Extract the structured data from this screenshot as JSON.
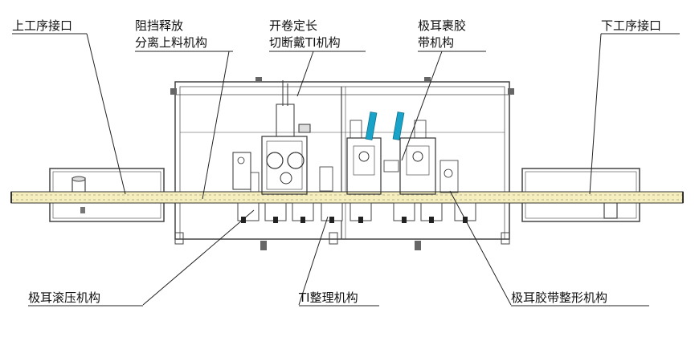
{
  "labels": {
    "upstream_interface": "上工序接口",
    "blocking_feed_line1": "阻挡释放",
    "blocking_feed_line2": "分离上料机构",
    "uncoil_cut_line1": "开卷定长",
    "uncoil_cut_line2": "切断戴TI机构",
    "tab_wrap_line1": "极耳裹胶",
    "tab_wrap_line2": "带机构",
    "downstream_interface": "下工序接口",
    "tab_rolling": "极耳滚压机构",
    "ti_arrange": "TI整理机构",
    "tab_tape_shaping": "极耳胶带整形机构"
  },
  "colors": {
    "line": "#222222",
    "machine": "#555555",
    "conveyor_fill": "#f3e9a0",
    "accent_cyan": "#1aa3c8",
    "background": "#ffffff"
  }
}
